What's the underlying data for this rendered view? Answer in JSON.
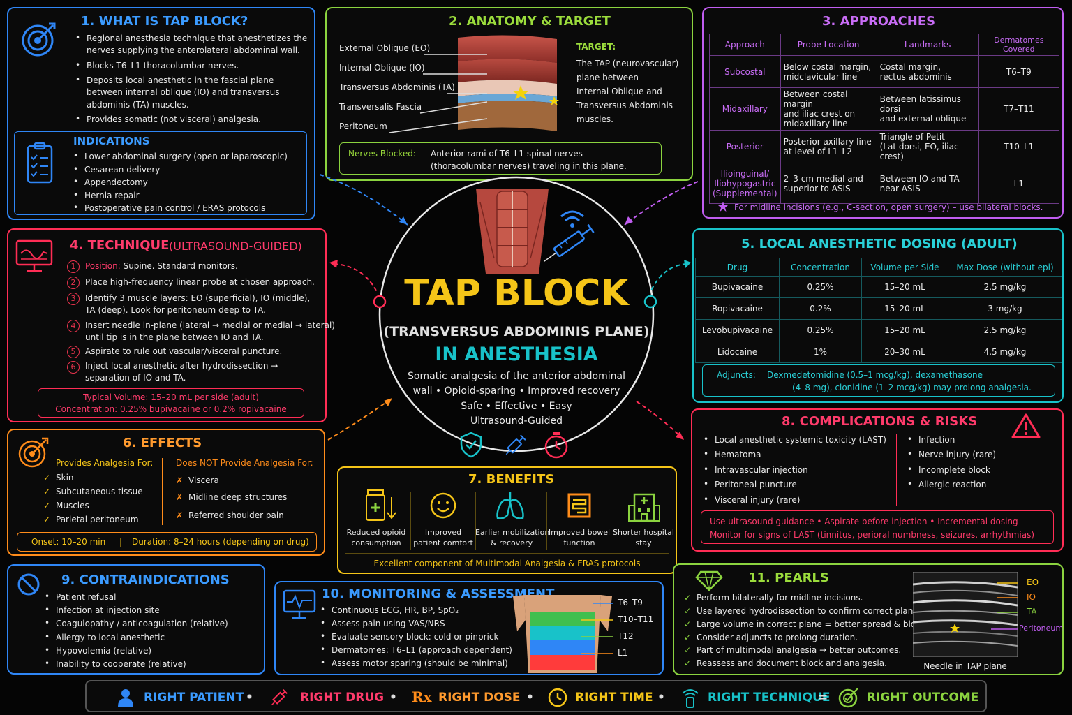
{
  "p1": {
    "title": "1. WHAT IS TAP BLOCK?",
    "bullets": [
      "Regional anesthesia technique that anesthetizes the",
      "nerves supplying the anterolateral abdominal wall.",
      "Blocks T6–L1 thoracolumbar nerves.",
      "Deposits local anesthetic in the fascial plane",
      "between internal oblique (IO) and transversus",
      "abdominis (TA) muscles.",
      "Provides somatic (not visceral) analgesia."
    ],
    "ind_title": "INDICATIONS",
    "indications": [
      "Lower abdominal surgery (open or laparoscopic)",
      "Cesarean delivery",
      "Appendectomy",
      "Hernia repair",
      "Postoperative pain control / ERAS protocols"
    ]
  },
  "p2": {
    "title": "2. ANATOMY & TARGET",
    "layers": [
      "External Oblique (EO)",
      "Internal Oblique (IO)",
      "Transversus Abdominis (TA)",
      "Transversalis Fascia",
      "Peritoneum"
    ],
    "target_title": "TARGET:",
    "target_lines": [
      "The TAP (neurovascular)",
      "plane between",
      "Internal Oblique and",
      "Transversus Abdominis",
      "muscles."
    ],
    "nerves_label": "Nerves Blocked:",
    "nerves_lines": [
      "Anterior rami of T6–L1 spinal nerves",
      "(thoracolumbar nerves) traveling in this plane."
    ]
  },
  "p3": {
    "title": "3. APPROACHES",
    "headers": [
      "Approach",
      "Probe Location",
      "Landmarks",
      "Dermatomes Covered"
    ],
    "rows": [
      {
        "approach": "Subcostal",
        "probe": "Below costal margin,\nmidclavicular line",
        "landmarks": "Costal margin,\nrectus abdominis",
        "derm": "T6–T9"
      },
      {
        "approach": "Midaxillary",
        "probe": "Between costal margin\nand iliac crest on\nmidaxillary line",
        "landmarks": "Between latissimus dorsi\nand external oblique",
        "derm": "T7–T11"
      },
      {
        "approach": "Posterior",
        "probe": "Posterior axillary line\nat level of L1–L2",
        "landmarks": "Triangle of Petit\n(Lat dorsi, EO, iliac crest)",
        "derm": "T10–L1"
      },
      {
        "approach": "Ilioinguinal/\nIliohypogastric\n(Supplemental)",
        "probe": "2–3 cm medial and\nsuperior to ASIS",
        "landmarks": "Between IO and TA\nnear ASIS",
        "derm": "L1"
      }
    ],
    "note": "For midline incisions (e.g., C-section, open surgery) – use bilateral blocks."
  },
  "p4": {
    "title": "4. TECHNIQUE",
    "title_sub": "(ULTRASOUND-GUIDED)",
    "steps": [
      {
        "n": "1",
        "lines": [
          "Position: Supine. Standard monitors."
        ],
        "lead": "Position:"
      },
      {
        "n": "2",
        "lines": [
          "Place high-frequency linear probe at chosen approach."
        ]
      },
      {
        "n": "3",
        "lines": [
          "Identify 3 muscle layers: EO (superficial), IO (middle),",
          "TA (deep). Look for peritoneum deep to TA."
        ]
      },
      {
        "n": "4",
        "lines": [
          "Insert needle in-plane (lateral → medial or medial → lateral)",
          "until tip is in the plane between IO and TA."
        ]
      },
      {
        "n": "5",
        "lines": [
          "Aspirate to rule out vascular/visceral puncture."
        ]
      },
      {
        "n": "6",
        "lines": [
          "Inject local anesthetic after hydrodissection →",
          "separation of IO and TA."
        ]
      }
    ],
    "vol": "Typical Volume:  15–20 mL per side (adult)",
    "conc": "Concentration:  0.25% bupivacaine or 0.2% ropivacaine"
  },
  "center": {
    "title": "TAP BLOCK",
    "subtitle": "(TRANSVERSUS ABDOMINIS PLANE)",
    "subtitle2": "IN ANESTHESIA",
    "desc": [
      "Somatic analgesia of the anterior abdominal",
      "wall • Opioid-sparing • Improved recovery",
      "Safe • Effective • Easy",
      "Ultrasound-Guided"
    ]
  },
  "p5": {
    "title": "5. LOCAL ANESTHETIC DOSING (ADULT)",
    "headers": [
      "Drug",
      "Concentration",
      "Volume per Side",
      "Max Dose (without epi)"
    ],
    "rows": [
      [
        "Bupivacaine",
        "0.25%",
        "15–20 mL",
        "2.5 mg/kg"
      ],
      [
        "Ropivacaine",
        "0.2%",
        "15–20 mL",
        "3 mg/kg"
      ],
      [
        "Levobupivacaine",
        "0.25%",
        "15–20 mL",
        "2.5 mg/kg"
      ],
      [
        "Lidocaine",
        "1%",
        "20–30 mL",
        "4.5 mg/kg"
      ]
    ],
    "adj_label": "Adjuncts:",
    "adj_lines": [
      "Dexmedetomidine (0.5–1 mcg/kg), dexamethasone",
      "(4–8 mg), clonidine (1–2 mcg/kg) may prolong analgesia."
    ]
  },
  "p6": {
    "title": "6. EFFECTS",
    "yes_title": "Provides Analgesia For:",
    "yes": [
      "Skin",
      "Subcutaneous tissue",
      "Muscles",
      "Parietal peritoneum"
    ],
    "no_title": "Does NOT Provide Analgesia For:",
    "no": [
      "Viscera",
      "Midline deep structures",
      "Referred shoulder pain"
    ],
    "onset": "Onset:  10–20 min",
    "sep": "|",
    "duration": "Duration:  8–24 hours (depending on drug)"
  },
  "p7": {
    "title": "7. BENEFITS",
    "items": [
      {
        "l1": "Reduced opioid",
        "l2": "consumption"
      },
      {
        "l1": "Improved",
        "l2": "patient comfort"
      },
      {
        "l1": "Earlier mobilization",
        "l2": "& recovery"
      },
      {
        "l1": "Improved bowel",
        "l2": "function"
      },
      {
        "l1": "Shorter hospital",
        "l2": "stay"
      }
    ],
    "footer": "Excellent component of Multimodal Analgesia & ERAS protocols"
  },
  "p8": {
    "title": "8. COMPLICATIONS & RISKS",
    "left": [
      "Local anesthetic systemic toxicity (LAST)",
      "Hematoma",
      "Intravascular injection",
      "Peritoneal puncture",
      "Visceral injury (rare)"
    ],
    "right": [
      "Infection",
      "Nerve injury (rare)",
      "Incomplete block",
      "Allergic reaction"
    ],
    "warn1": "Use ultrasound guidance  •  Aspirate before injection  •  Incremental dosing",
    "warn2": "Monitor for signs of LAST (tinnitus, perioral numbness, seizures, arrhythmias)"
  },
  "p9": {
    "title": "9. CONTRAINDICATIONS",
    "items": [
      "Patient refusal",
      "Infection at injection site",
      "Coagulopathy / anticoagulation (relative)",
      "Allergy to local anesthetic",
      "Hypovolemia (relative)",
      "Inability to cooperate (relative)"
    ]
  },
  "p10": {
    "title": "10. MONITORING & ASSESSMENT",
    "items": [
      "Continuous ECG, HR, BP, SpO₂",
      "Assess pain using VAS/NRS",
      "Evaluate sensory block: cold or pinprick",
      "Dermatomes: T6–L1 (approach dependent)",
      "Assess motor sparing (should be minimal)"
    ],
    "derms": [
      "T6–T9",
      "T10–T11",
      "T12",
      "L1"
    ]
  },
  "p11": {
    "title": "11. PEARLS",
    "items": [
      "Perform bilaterally for midline incisions.",
      "Use layered hydrodissection to confirm correct plane.",
      "Large volume in correct plane = better spread & block.",
      "Consider adjuncts to prolong duration.",
      "Part of multimodal analgesia → better outcomes.",
      "Reassess and document block and analgesia."
    ],
    "us_labels": [
      "EO",
      "IO",
      "TA",
      "Peritoneum"
    ],
    "us_caption": "Needle in TAP plane"
  },
  "footer": {
    "items": [
      "RIGHT PATIENT",
      "RIGHT DRUG",
      "RIGHT DOSE",
      "RIGHT TIME",
      "RIGHT TECHNIQUE",
      "RIGHT OUTCOME"
    ],
    "dot": "•",
    "eq": "=",
    "rx": "Rx"
  },
  "colors": {
    "blue": "#3b82f6",
    "green": "#9acd32",
    "purple": "#c05df0",
    "red": "#ff2d55",
    "teal": "#18c2c9",
    "orange": "#ff8c1a",
    "yellow": "#f5c518",
    "lime": "#8bd33f"
  }
}
